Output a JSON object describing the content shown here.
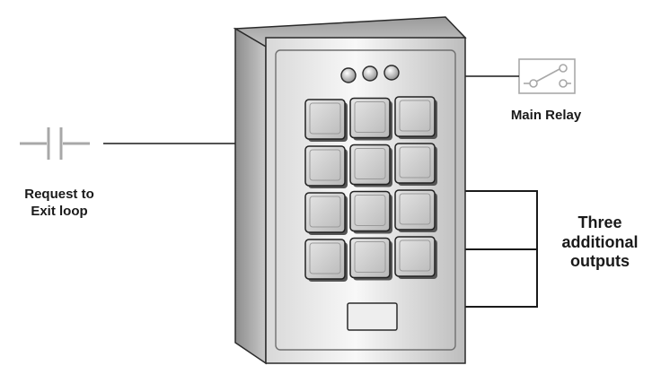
{
  "labels": {
    "request_to_exit": [
      "Request to",
      "Exit loop"
    ],
    "main_relay": "Main Relay",
    "three_outputs": [
      "Three",
      "additional",
      "outputs"
    ]
  },
  "keypad": {
    "rows": 4,
    "cols": 3,
    "leds": 3
  },
  "colors": {
    "line": "#1a1a1a",
    "symbol_gray": "#a8a8a8",
    "housing_light": "#f4f4f4",
    "housing_dark": "#9a9a9a"
  }
}
